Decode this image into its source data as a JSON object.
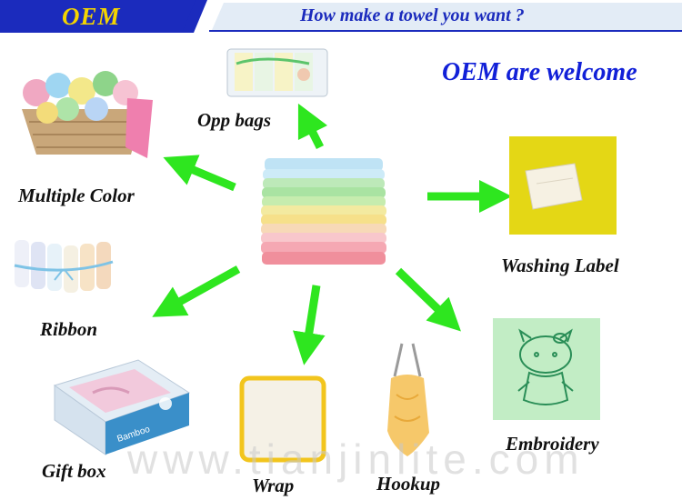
{
  "header": {
    "tag": "OEM",
    "title": "How make a towel you want ?"
  },
  "tagline": "OEM are welcome",
  "colors": {
    "banner_blue": "#1b2bbd",
    "banner_stripe": "#d9e6f3",
    "tag_yellow": "#f4d400",
    "arrow_green": "#2ee61f"
  },
  "options": [
    {
      "id": "opp_bags",
      "label": "Opp bags"
    },
    {
      "id": "multiple_color",
      "label": "Multiple Color"
    },
    {
      "id": "washing_label",
      "label": "Washing Label"
    },
    {
      "id": "ribbon",
      "label": "Ribbon"
    },
    {
      "id": "embroidery",
      "label": "Embroidery"
    },
    {
      "id": "gift_box",
      "label": "Gift box"
    },
    {
      "id": "wrap",
      "label": "Wrap"
    },
    {
      "id": "hookup",
      "label": "Hookup"
    }
  ],
  "watermark": "www.tianjinlite.com",
  "gift_box_brand": "Bamboo"
}
